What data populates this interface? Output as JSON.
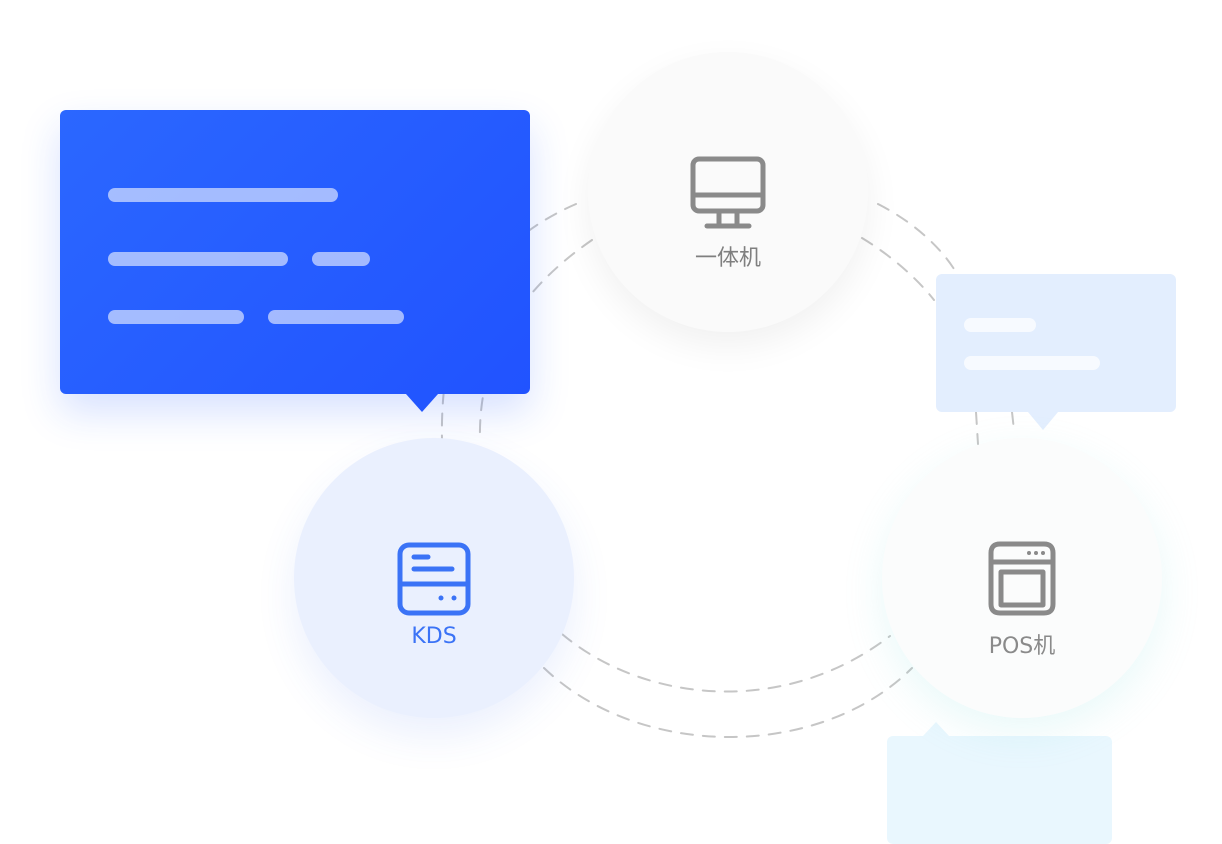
{
  "nodes": {
    "all_in_one": {
      "label": "一体机",
      "icon": "monitor-icon",
      "color": "#7f7f7f"
    },
    "kds": {
      "label": "KDS",
      "icon": "kitchen-display-icon",
      "color": "#3b73f6"
    },
    "pos": {
      "label": "POS机",
      "icon": "pos-terminal-icon",
      "color": "#8a8a8a"
    }
  },
  "colors": {
    "accent_blue": "#2256ff",
    "light_card": "#e3eefe",
    "cyan_card": "#e9f7fe",
    "kds_circle": "#eaf0fe",
    "connector": "#c4c4c4"
  }
}
